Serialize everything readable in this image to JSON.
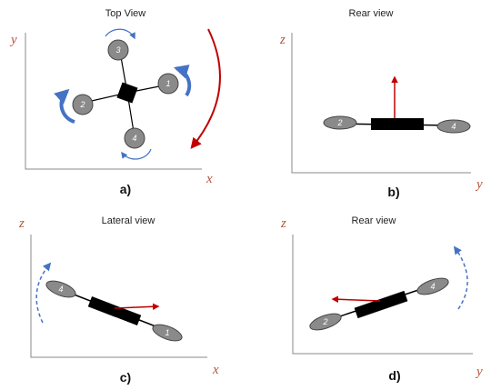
{
  "panels": {
    "a": {
      "title": "Top View",
      "label": "a)",
      "x_axis": "x",
      "y_axis": "y"
    },
    "b": {
      "title": "Rear view",
      "label": "b)",
      "x_axis": "y",
      "y_axis": "z"
    },
    "c": {
      "title": "Lateral view",
      "label": "c)",
      "x_axis": "x",
      "y_axis": "z"
    },
    "d": {
      "title": "Rear view",
      "label": "d)",
      "x_axis": "y",
      "y_axis": "z"
    }
  },
  "rotors": {
    "r1": "1",
    "r2": "2",
    "r3": "3",
    "r4": "4"
  },
  "colors": {
    "axis": "#888888",
    "frame": "#000000",
    "rotor_fill": "#8a8a8a",
    "rotation_arrow": "#4472c4",
    "thrust_arrow": "#c00000"
  }
}
